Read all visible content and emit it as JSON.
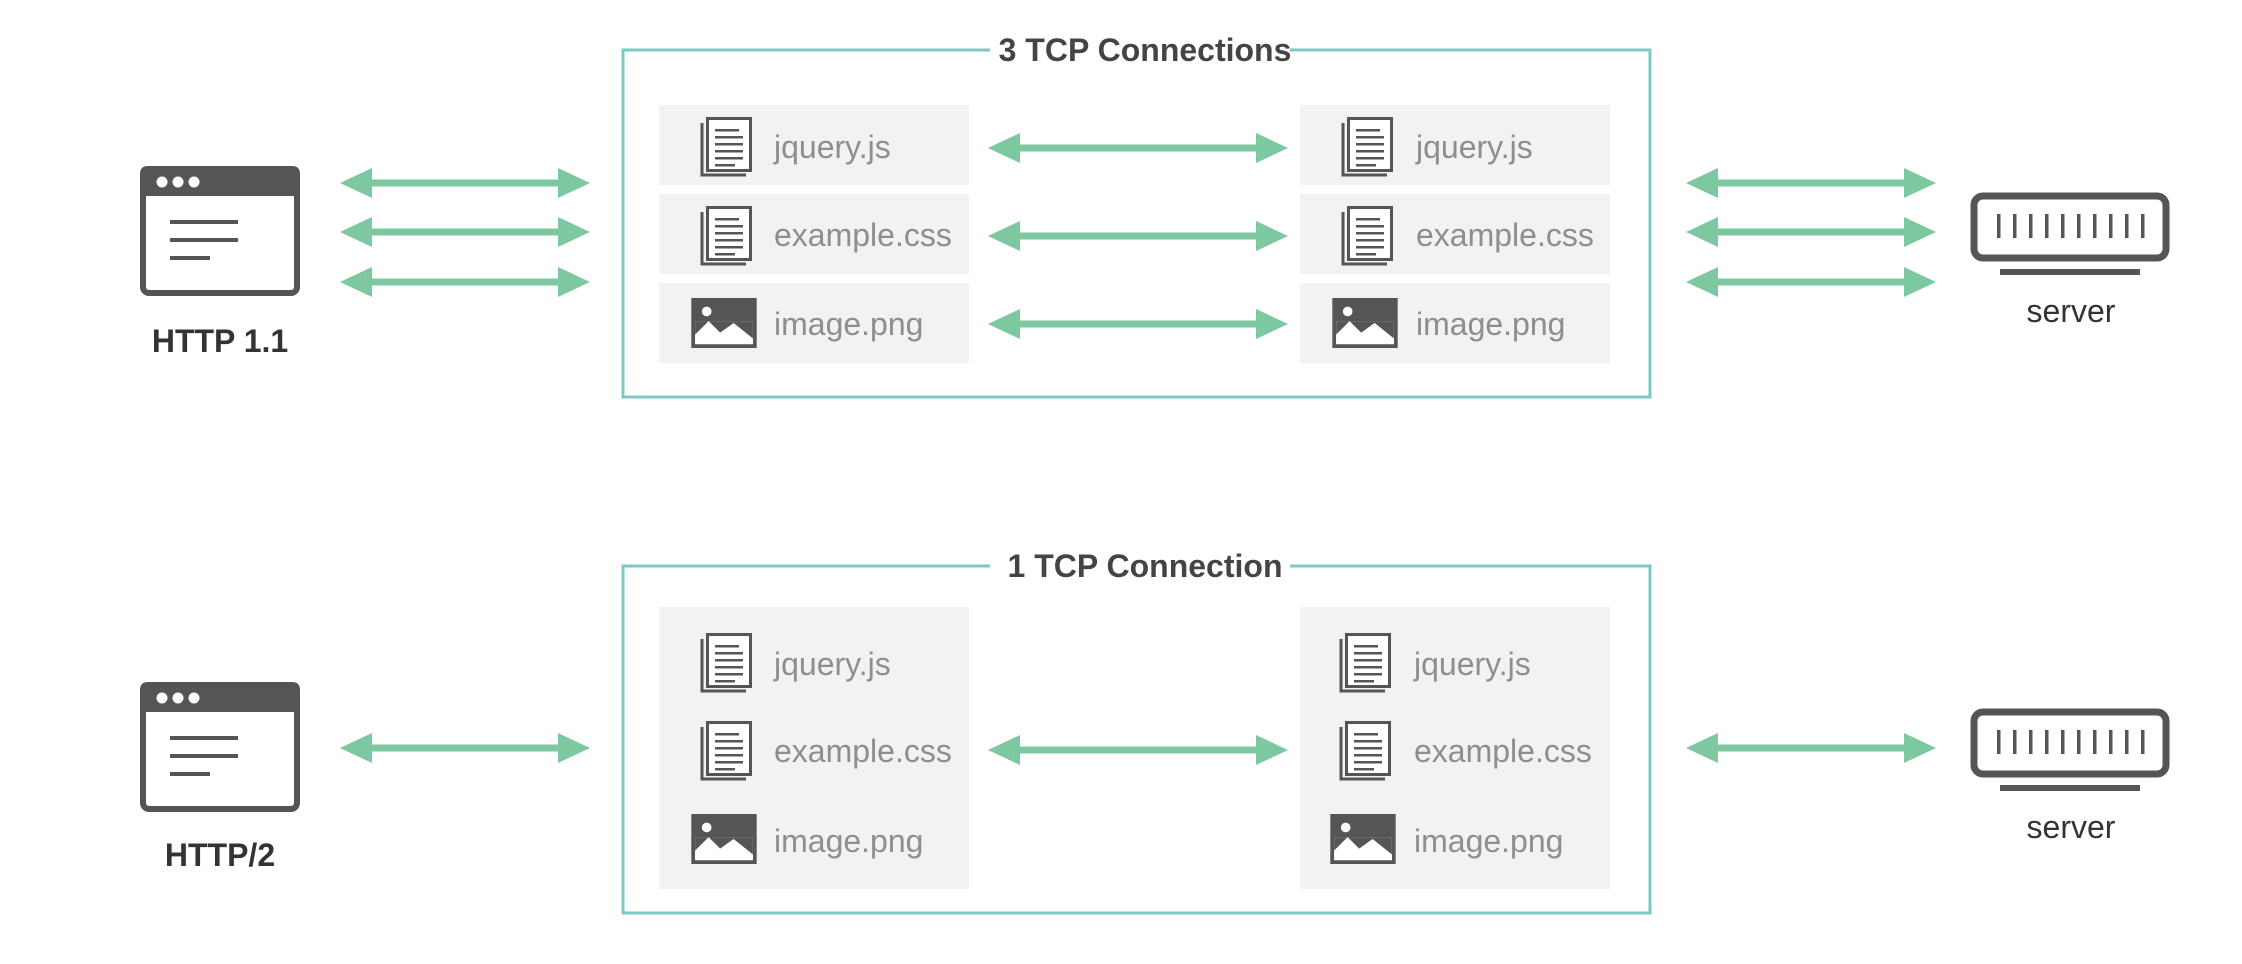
{
  "colors": {
    "arrow": "#7dc8a0",
    "connection_border": "#7cc8c4",
    "panel_bg": "#f2f2f2",
    "icon": "#555555",
    "file_text": "#8e8e8e",
    "label_text": "#333333"
  },
  "rows": [
    {
      "client_label": "HTTP 1.1",
      "connection_title": "3 TCP Connections",
      "server_label": "server",
      "files_left": [
        {
          "name": "jquery.js",
          "icon": "document-icon"
        },
        {
          "name": "example.css",
          "icon": "document-icon"
        },
        {
          "name": "image.png",
          "icon": "image-icon"
        }
      ],
      "files_right": [
        {
          "name": "jquery.js",
          "icon": "document-icon"
        },
        {
          "name": "example.css",
          "icon": "document-icon"
        },
        {
          "name": "image.png",
          "icon": "image-icon"
        }
      ]
    },
    {
      "client_label": "HTTP/2",
      "connection_title": "1 TCP Connection",
      "server_label": "server",
      "files_left": [
        {
          "name": "jquery.js",
          "icon": "document-icon"
        },
        {
          "name": "example.css",
          "icon": "document-icon"
        },
        {
          "name": "image.png",
          "icon": "image-icon"
        }
      ],
      "files_right": [
        {
          "name": "jquery.js",
          "icon": "document-icon"
        },
        {
          "name": "example.css",
          "icon": "document-icon"
        },
        {
          "name": "image.png",
          "icon": "image-icon"
        }
      ]
    }
  ]
}
